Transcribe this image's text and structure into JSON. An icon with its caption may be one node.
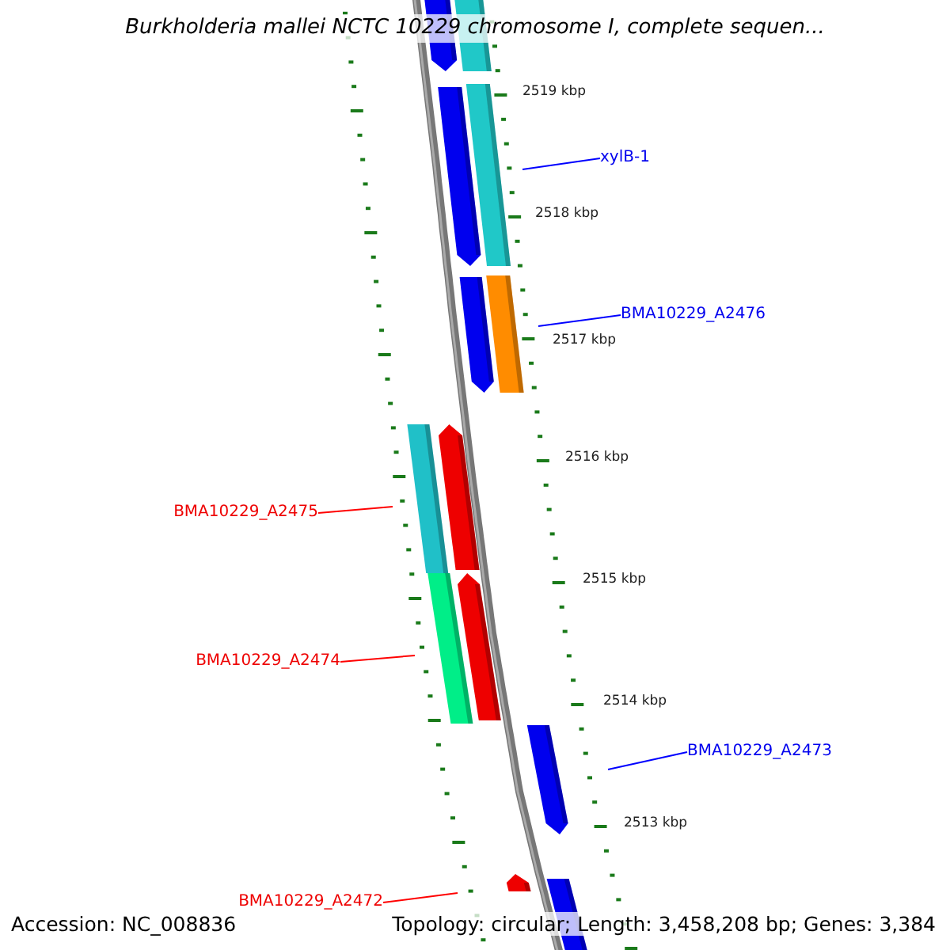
{
  "diagram": {
    "title": "Burkholderia mallei NCTC 10229 chromosome I, complete sequen...",
    "nodes": [
      {
        "text": [
          "xylB-1"
        ]
      },
      {
        "text": [
          "BMA10229_A2476"
        ]
      },
      {
        "text": [
          "BMA10229_A2475"
        ]
      },
      {
        "text": [
          "BMA10229_A2474"
        ]
      },
      {
        "text": [
          "BMA10229_A2473"
        ]
      },
      {
        "text": [
          "BMA10229_A2472"
        ]
      }
    ],
    "edges": [
      {
        "from": 0,
        "to": null,
        "arrow": "none",
        "color": "#0000ff"
      },
      {
        "from": 1,
        "to": null,
        "arrow": "none",
        "color": "#0000ff"
      },
      {
        "from": 2,
        "to": null,
        "arrow": "none",
        "color": "#ff0000"
      },
      {
        "from": 3,
        "to": null,
        "arrow": "none",
        "color": "#ff0000"
      },
      {
        "from": 4,
        "to": null,
        "arrow": "none",
        "color": "#0000ff"
      },
      {
        "from": 5,
        "to": null,
        "arrow": "none",
        "color": "#ff0000"
      }
    ],
    "labels": [
      "2519 kbp",
      "2518 kbp",
      "2517 kbp",
      "2516 kbp",
      "2515 kbp",
      "2514 kbp",
      "2513 kbp",
      "Accession: NC_008836",
      "Topology: circular; Length: 3,458,208 bp; Genes: 3,384"
    ]
  }
}
